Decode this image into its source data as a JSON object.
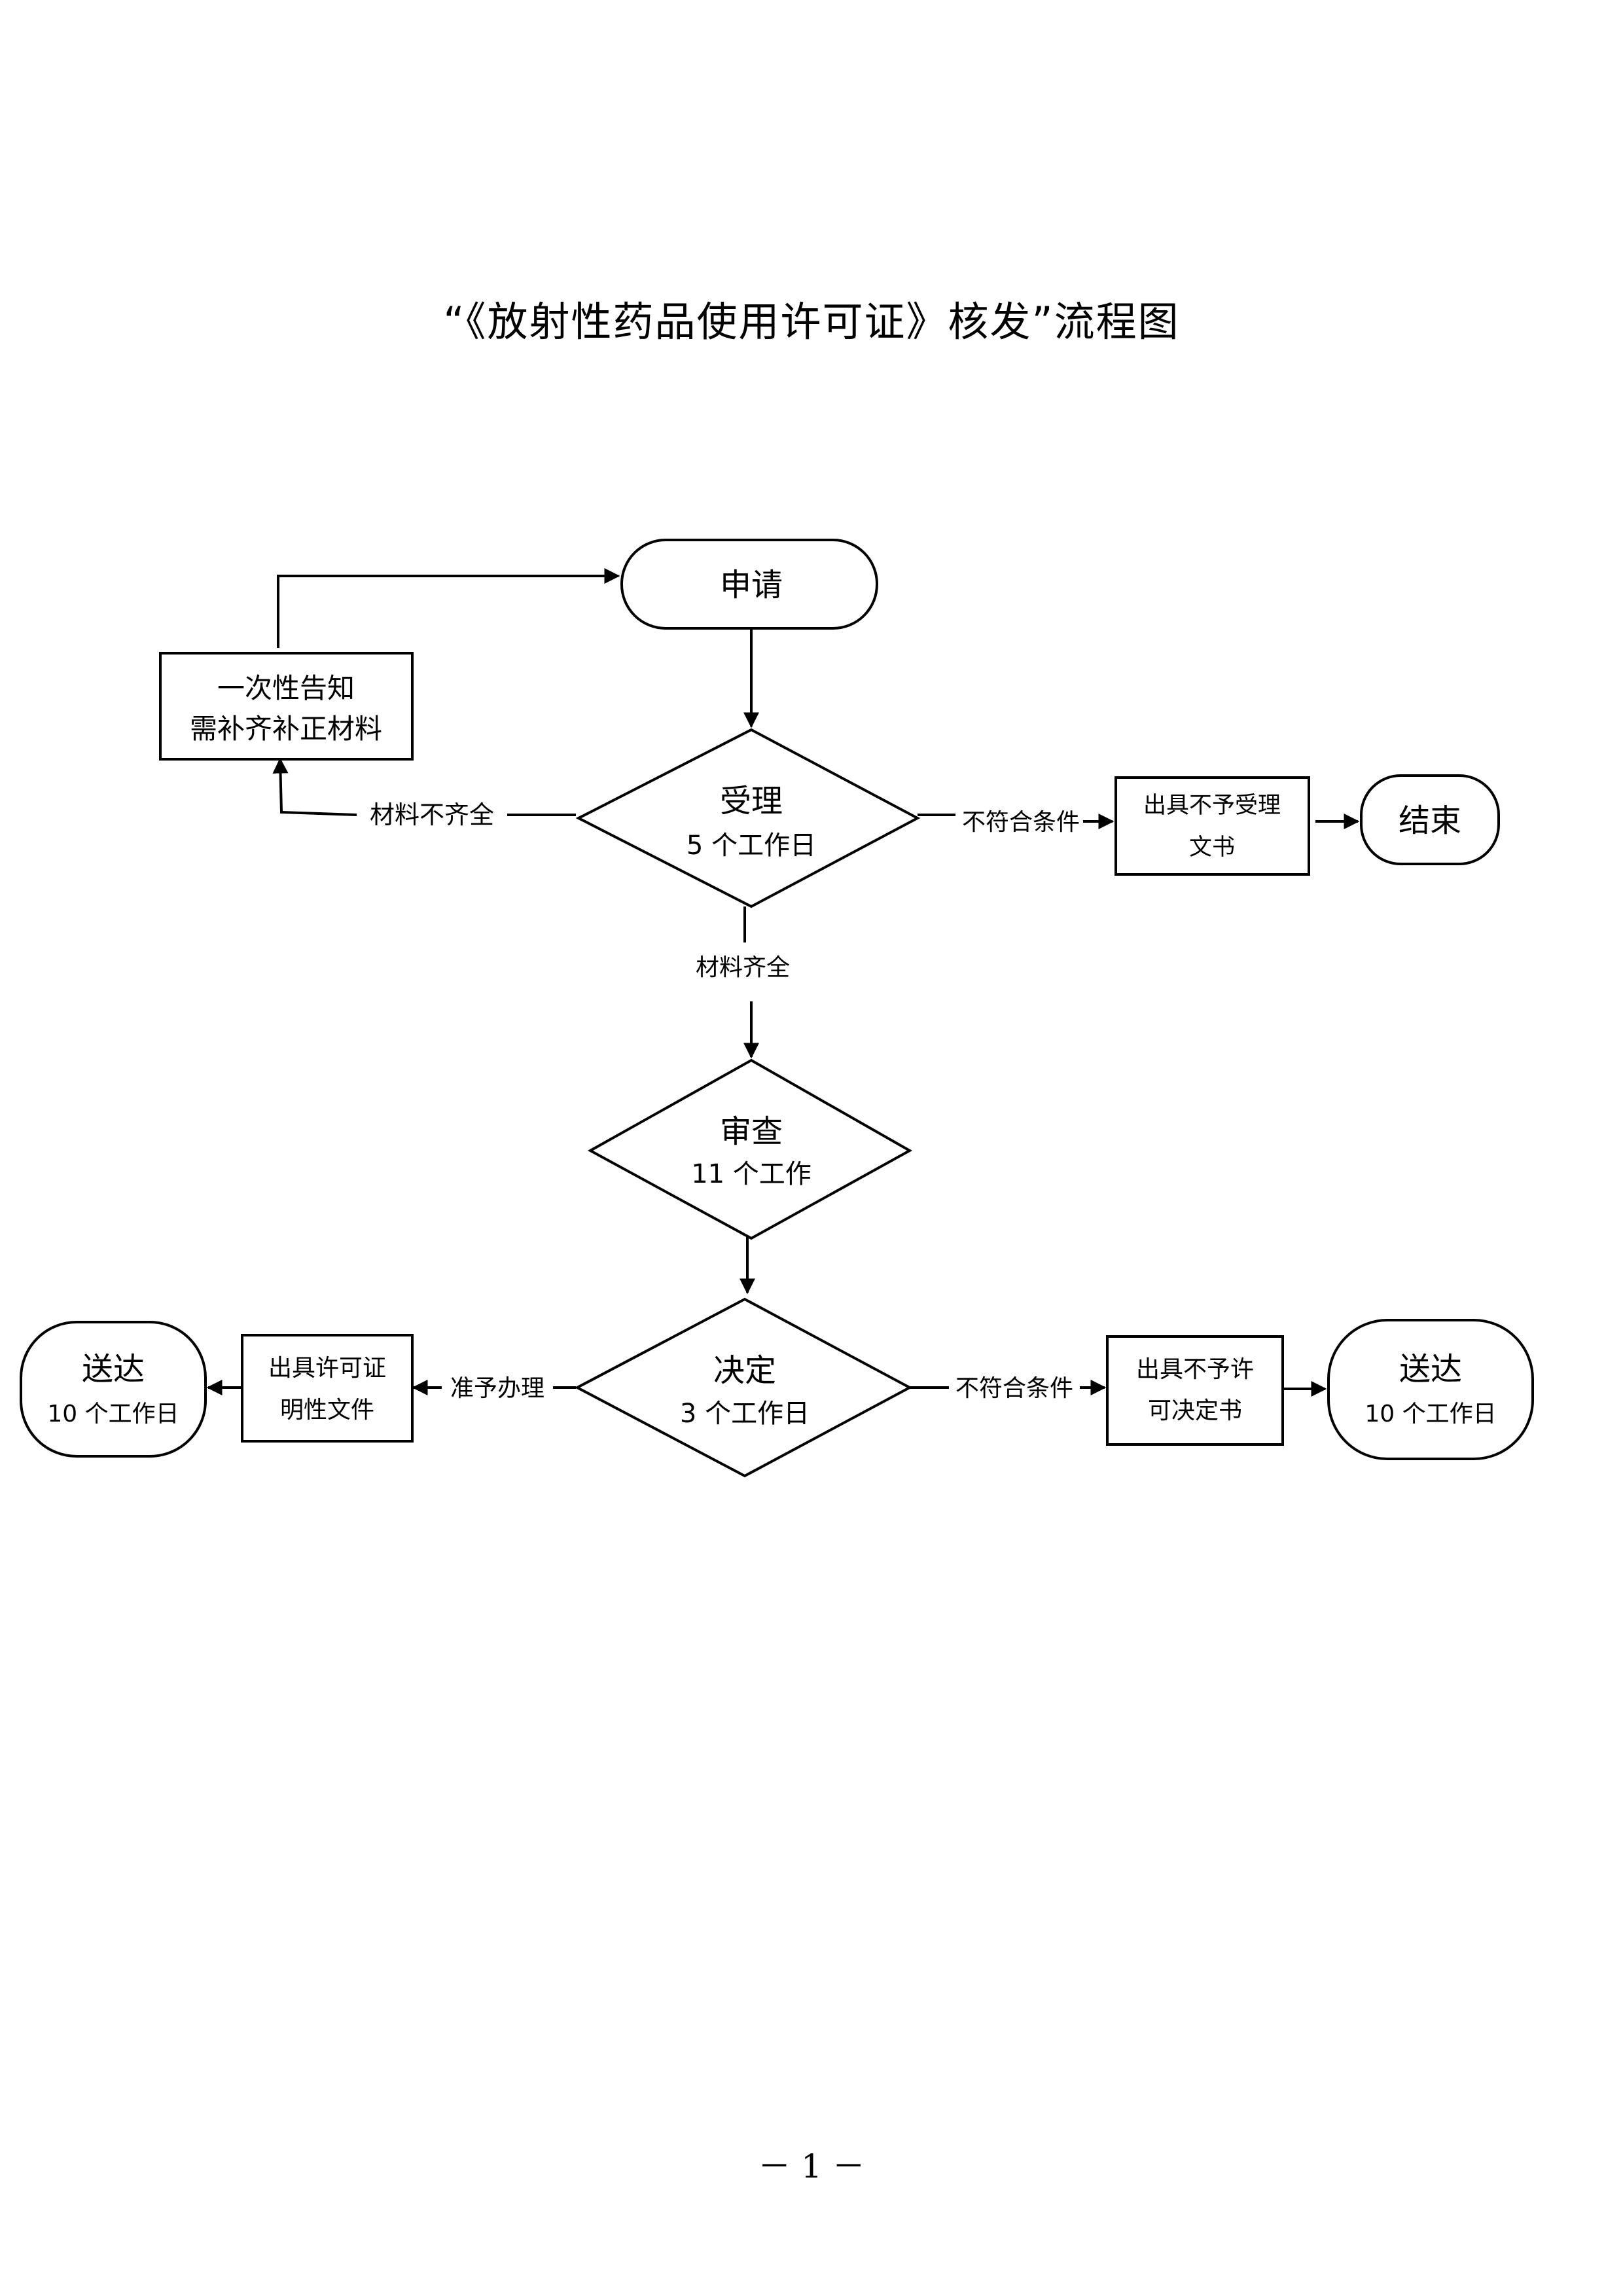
{
  "document": {
    "title": "“《放射性药品使用许可证》核发”流程图",
    "page_number": "－ 1 －"
  },
  "flowchart": {
    "nodes": {
      "apply": {
        "label": "申请"
      },
      "notify": {
        "line1": "一次性告知",
        "line2": "需补齐补正材料"
      },
      "accept": {
        "line1": "受理",
        "line2": "5 个工作日"
      },
      "reject_doc": {
        "line1": "出具不予受理",
        "line2": "文书"
      },
      "end": {
        "label": "结束"
      },
      "review": {
        "line1": "审查",
        "line2": "11 个工作"
      },
      "decide": {
        "line1": "决定",
        "line2": "3 个工作日"
      },
      "permit_doc": {
        "line1": "出具许可证",
        "line2": "明性文件"
      },
      "deliver_left": {
        "line1": "送达",
        "line2": "10 个工作日"
      },
      "deny_doc": {
        "line1": "出具不予许",
        "line2": "可决定书"
      },
      "deliver_right": {
        "line1": "送达",
        "line2": "10 个工作日"
      }
    },
    "edge_labels": {
      "incomplete": "材料不齐全",
      "unqualified_accept": "不符合条件",
      "complete": "材料齐全",
      "approve": "准予办理",
      "unqualified_decide": "不符合条件"
    }
  }
}
